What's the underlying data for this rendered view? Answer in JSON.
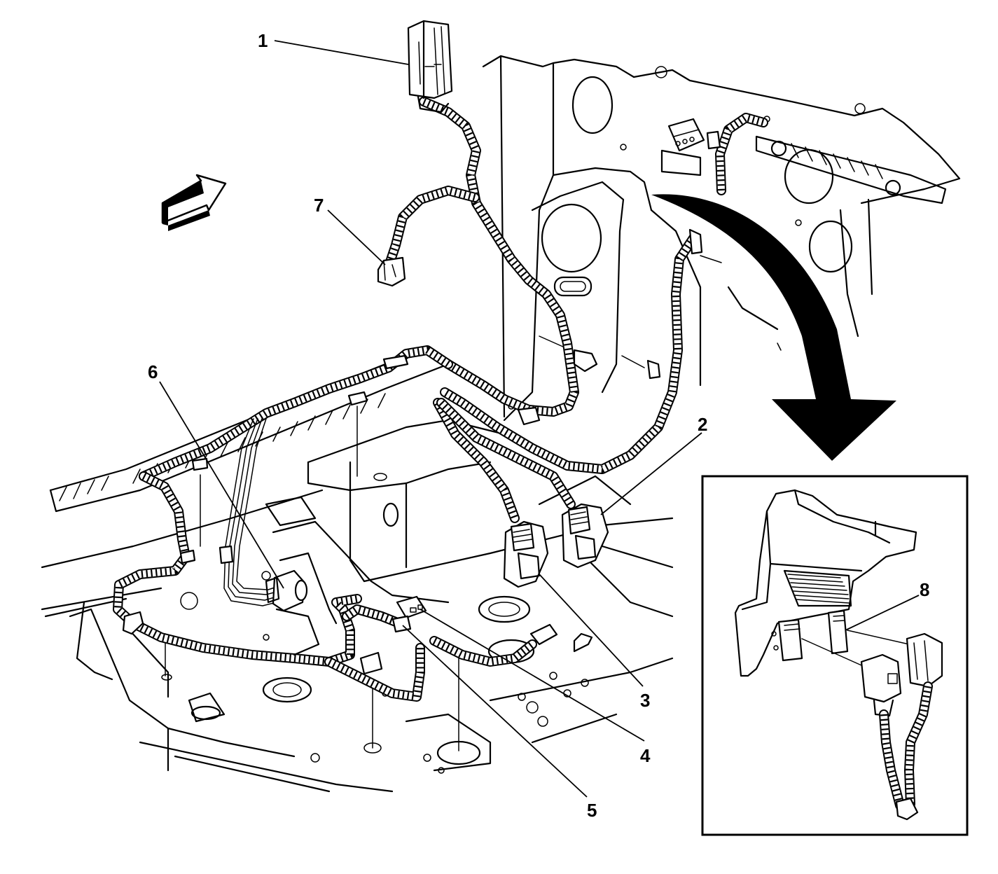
{
  "callouts": [
    {
      "id": "1",
      "label": "1"
    },
    {
      "id": "2",
      "label": "2"
    },
    {
      "id": "3",
      "label": "3"
    },
    {
      "id": "4",
      "label": "4"
    },
    {
      "id": "5",
      "label": "5"
    },
    {
      "id": "6",
      "label": "6"
    },
    {
      "id": "7",
      "label": "7"
    },
    {
      "id": "8",
      "label": "8"
    }
  ],
  "components": {
    "detail_inset": "module-detail-view",
    "direction_arrow": "front-direction-arrow",
    "view_arrow": "detail-view-arrow"
  }
}
